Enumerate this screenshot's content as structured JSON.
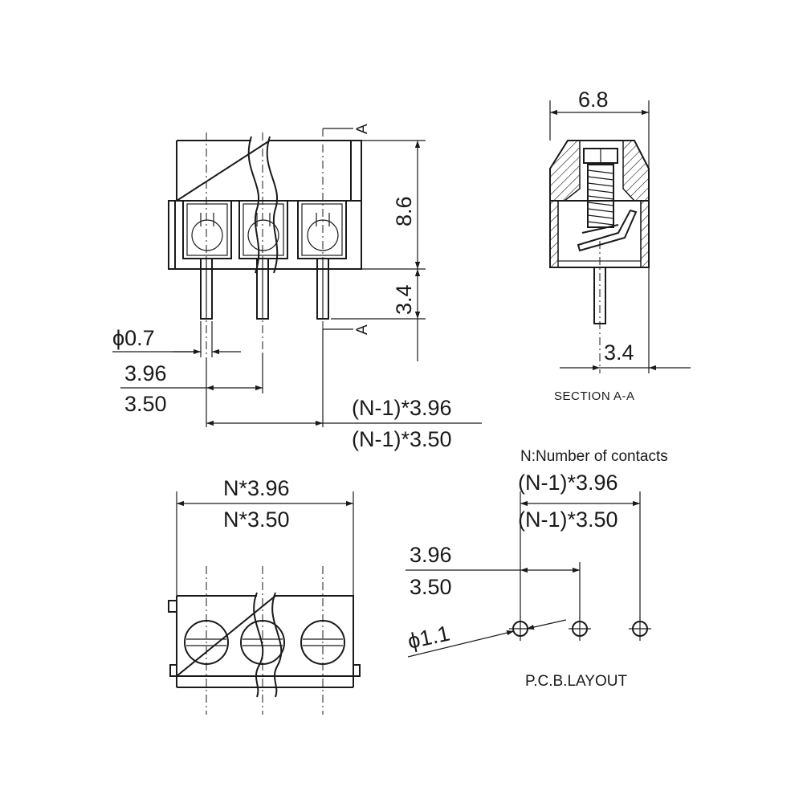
{
  "labels": {
    "front_height": "8.6",
    "front_pin": "3.4",
    "front_section_top": "A",
    "front_section_bottom": "A",
    "front_pin_dia": "ϕ0.7",
    "front_pitch_a": "3.96",
    "front_pitch_b": "3.50",
    "front_span_a": "(N-1)*3.96",
    "front_span_b": "(N-1)*3.50",
    "side_width": "6.8",
    "side_pin": "3.4",
    "section_title": "SECTION A-A",
    "top_width_a": "N*3.96",
    "top_width_b": "N*3.50",
    "note": "N:Number of contacts",
    "pcb_span_a": "(N-1)*3.96",
    "pcb_span_b": "(N-1)*3.50",
    "pcb_pitch_a": "3.96",
    "pcb_pitch_b": "3.50",
    "pcb_hole": "ϕ1.1",
    "pcb_title": "P.C.B.LAYOUT"
  },
  "colors": {
    "ink": "#1a1a1a",
    "background": "#ffffff"
  }
}
